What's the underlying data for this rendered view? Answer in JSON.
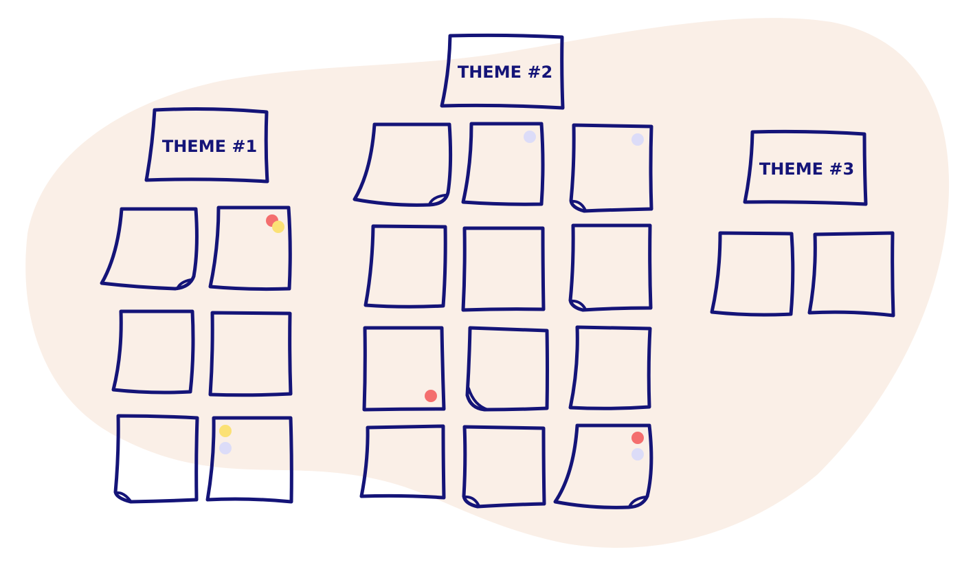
{
  "colors": {
    "background_blob": "#FAEFE7",
    "stroke": "#141478",
    "dot_red": "#F46E6E",
    "dot_yellow": "#FBE175",
    "dot_lavender": "#DCDCF8"
  },
  "themes": [
    {
      "label": "THEME #1"
    },
    {
      "label": "THEME #2"
    },
    {
      "label": "THEME #3"
    }
  ]
}
